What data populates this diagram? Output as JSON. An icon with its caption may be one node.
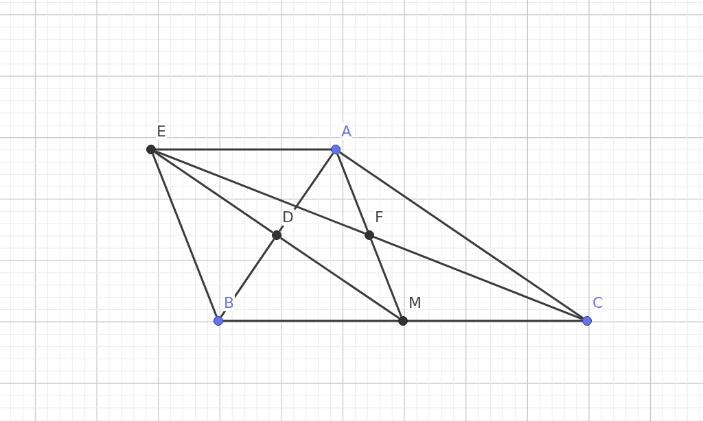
{
  "diagram": {
    "nodes": [
      {
        "text": [
          "E"
        ]
      },
      {
        "text": [
          "A"
        ]
      },
      {
        "text": [
          "D"
        ]
      },
      {
        "text": [
          "F"
        ]
      },
      {
        "text": [
          "B"
        ]
      },
      {
        "text": [
          "M"
        ]
      },
      {
        "text": [
          "C"
        ]
      }
    ],
    "edges": [
      {
        "from": 0,
        "to": 1,
        "arrow": "none"
      },
      {
        "from": 0,
        "to": 4,
        "arrow": "none"
      },
      {
        "from": 0,
        "to": 2,
        "arrow": "none"
      },
      {
        "from": 2,
        "to": 5,
        "arrow": "none"
      },
      {
        "from": 0,
        "to": 3,
        "arrow": "none"
      },
      {
        "from": 3,
        "to": 6,
        "arrow": "none"
      },
      {
        "from": 1,
        "to": 2,
        "arrow": "none"
      },
      {
        "from": 2,
        "to": 4,
        "arrow": "none"
      },
      {
        "from": 1,
        "to": 3,
        "arrow": "none"
      },
      {
        "from": 3,
        "to": 5,
        "arrow": "none"
      },
      {
        "from": 1,
        "to": 6,
        "arrow": "none"
      },
      {
        "from": 4,
        "to": 5,
        "arrow": "none"
      },
      {
        "from": 5,
        "to": 6,
        "arrow": "none"
      }
    ]
  }
}
